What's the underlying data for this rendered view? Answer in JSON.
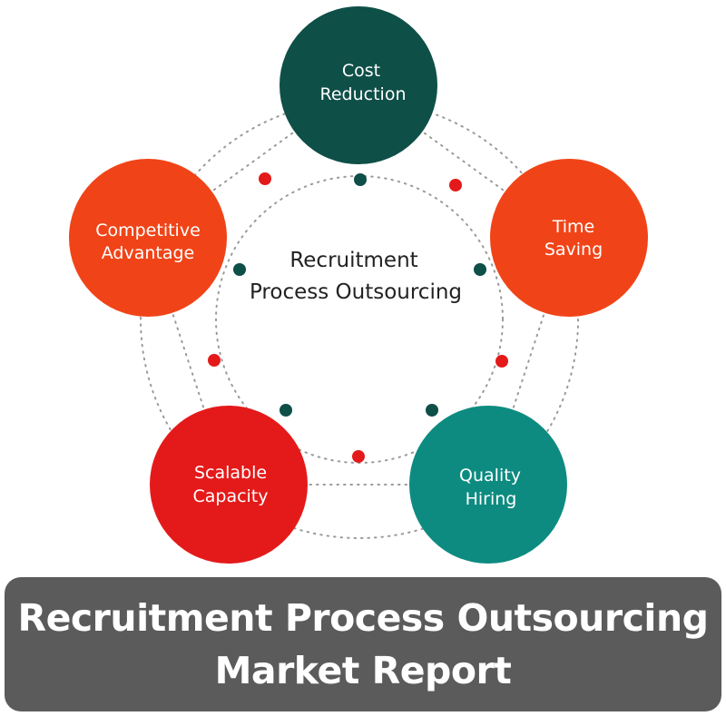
{
  "center": {
    "line1": "Recruitment",
    "line2": "Process Outsourcing"
  },
  "nodes": [
    {
      "id": "cost-reduction",
      "line1": "Cost",
      "line2": "Reduction",
      "color": "#0e4f48"
    },
    {
      "id": "time-saving",
      "line1": "Time",
      "line2": "Saving",
      "color": "#f04418"
    },
    {
      "id": "quality-hiring",
      "line1": "Quality",
      "line2": "Hiring",
      "color": "#0d8b80"
    },
    {
      "id": "scalable-capacity",
      "line1": "Scalable",
      "line2": "Capacity",
      "color": "#e41a1a"
    },
    {
      "id": "competitive-advantage",
      "line1": "Competitive",
      "line2": "Advantage",
      "color": "#f04418"
    }
  ],
  "connector_colors": {
    "red_dot": "#e41a1a",
    "teal_dot": "#0e4f48",
    "dotted_line": "#9a9a9a"
  },
  "banner": {
    "line1": "Recruitment Process Outsourcing",
    "line2": "Market Report",
    "background": "#5b5b5b"
  }
}
